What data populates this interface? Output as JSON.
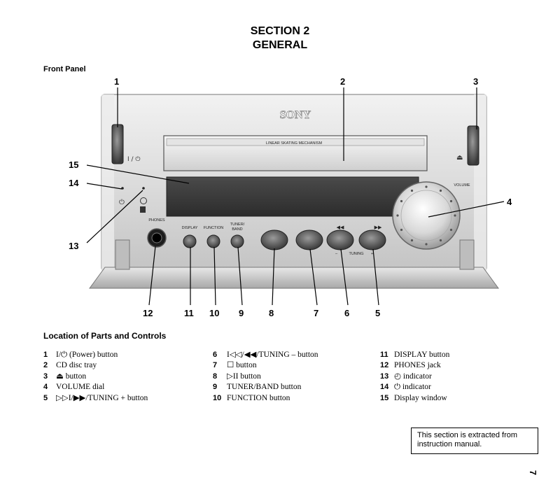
{
  "header": {
    "section": "SECTION 2",
    "title": "GENERAL"
  },
  "front_panel": {
    "heading": "Front Panel",
    "brand": "SONY",
    "tray_label": "LINEAR SKATING MECHANISM",
    "power_label": "I / ⏻",
    "eject_symbol": "⏏",
    "volume_label": "VOLUME",
    "phones_label": "PHONES",
    "button_labels": {
      "display": "DISPLAY",
      "function": "FUNCTION",
      "tuner_band_1": "TUNER/",
      "tuner_band_2": "BAND",
      "tuning": "TUNING",
      "rewind": "◀◀",
      "forward": "▶▶",
      "minus": "–",
      "plus": "+"
    },
    "callouts": {
      "c1": "1",
      "c2": "2",
      "c3": "3",
      "c4": "4",
      "c5": "5",
      "c6": "6",
      "c7": "7",
      "c8": "8",
      "c9": "9",
      "c10": "10",
      "c11": "11",
      "c12": "12",
      "c13": "13",
      "c14": "14",
      "c15": "15"
    }
  },
  "parts_heading": "Location of Parts and Controls",
  "parts": {
    "col1": [
      {
        "num": "1",
        "label": "I/⏻ (Power) button"
      },
      {
        "num": "2",
        "label": "CD disc tray"
      },
      {
        "num": "3",
        "label": "⏏ button"
      },
      {
        "num": "4",
        "label": "VOLUME dial"
      },
      {
        "num": "5",
        "label": "▷▷I/▶▶/TUNING + button"
      }
    ],
    "col2": [
      {
        "num": "6",
        "label": "I◁◁/◀◀/TUNING – button"
      },
      {
        "num": "7",
        "label": "☐ button"
      },
      {
        "num": "8",
        "label": "▷II button"
      },
      {
        "num": "9",
        "label": "TUNER/BAND button"
      },
      {
        "num": "10",
        "label": "FUNCTION button"
      }
    ],
    "col3": [
      {
        "num": "11",
        "label": "DISPLAY button"
      },
      {
        "num": "12",
        "label": "PHONES jack"
      },
      {
        "num": "13",
        "label": "◴ indicator"
      },
      {
        "num": "14",
        "label": "⏻ indicator"
      },
      {
        "num": "15",
        "label": "Display window"
      }
    ]
  },
  "note": "This section is extracted from instruction manual.",
  "page_number": "7"
}
